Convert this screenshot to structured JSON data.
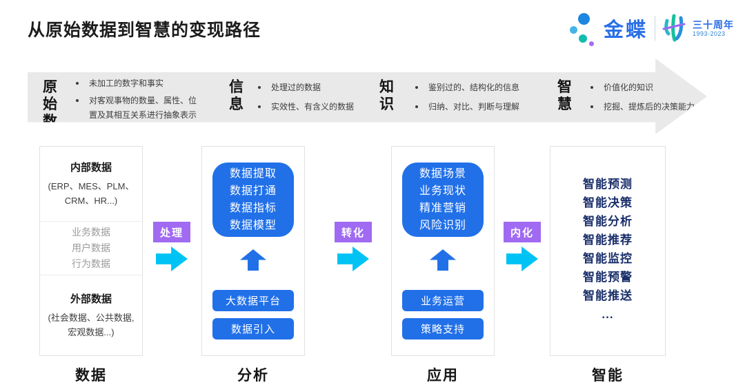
{
  "page": {
    "title": "从原始数据到智慧的变现路径"
  },
  "logo": {
    "brand": "金蝶",
    "anniversary": "三十周年",
    "years": "1993-2023"
  },
  "banner": {
    "stages": [
      {
        "title_line1": "原始",
        "title_line2": "数据",
        "points": [
          "未加工的数字和事实",
          "对客观事物的数量、属性、位置及其相互关系进行抽象表示"
        ]
      },
      {
        "title_line1": "信",
        "title_line2": "息",
        "points": [
          "处理过的数据",
          "实效性、有含义的数据"
        ]
      },
      {
        "title_line1": "知",
        "title_line2": "识",
        "points": [
          "鉴别过的、结构化的信息",
          "归纳、对比、判断与理解"
        ]
      },
      {
        "title_line1": "智",
        "title_line2": "慧",
        "points": [
          "价值化的知识",
          "挖掘、提炼后的决策能力"
        ]
      }
    ]
  },
  "columns": [
    {
      "label": "数据",
      "internal": {
        "title": "内部数据",
        "line1": "(ERP、MES、PLM、",
        "line2": "CRM、HR...)"
      },
      "middle": [
        "业务数据",
        "用户数据",
        "行为数据"
      ],
      "external": {
        "title": "外部数据",
        "line1": "(社会数据、公共数据,",
        "line2": "宏观数据...)"
      }
    },
    {
      "label": "分析",
      "main_box": [
        "数据提取",
        "数据打通",
        "数据指标",
        "数据模型"
      ],
      "buttons": [
        "大数据平台",
        "数据引入"
      ]
    },
    {
      "label": "应用",
      "main_box": [
        "数据场景",
        "业务现状",
        "精准营销",
        "风险识别"
      ],
      "buttons": [
        "业务运营",
        "策略支持"
      ]
    },
    {
      "label": "智能",
      "items": [
        "智能预测",
        "智能决策",
        "智能分析",
        "智能推荐",
        "智能监控",
        "智能预警",
        "智能推送",
        "..."
      ]
    }
  ],
  "connectors": [
    {
      "label": "处理"
    },
    {
      "label": "转化"
    },
    {
      "label": "内化"
    }
  ],
  "colors": {
    "blue": "#2170e8",
    "navy": "#1a2f6b",
    "purple": "#a06af2",
    "cyan": "#00c3f5",
    "banner_gray": "#e9e9e9",
    "brand_blue": "#2a6fe8"
  }
}
